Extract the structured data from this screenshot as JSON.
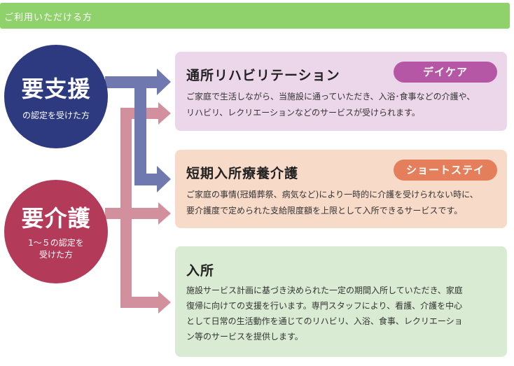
{
  "header": {
    "title": "ご利用いただける方"
  },
  "categories": {
    "support": {
      "label": "要支援",
      "note": "の認定を受けた方"
    },
    "care": {
      "label": "要介護",
      "note_line1": "1～５の認定を",
      "note_line2": "受けた方"
    }
  },
  "services": {
    "daycare": {
      "title": "通所リハビリテーション",
      "badge": "デイケア",
      "desc_line1": "ご家庭で生活しながら、当施設に通っていただき、入浴･食事などの介護や、",
      "desc_line2": "リハビリ、レクリエーションなどのサービスが受けられます。"
    },
    "short_stay": {
      "title": "短期入所療養介護",
      "badge": "ショートステイ",
      "desc_line1": "ご家庭の事情(冠婚葬祭、病気など)により一時的に介護を受けられない時に、",
      "desc_line2": "要介護度で定められた支給限度額を上限として入所できるサービスです。"
    },
    "admission": {
      "title": "入所",
      "desc_line1": "施設サービス計画に基づき決められた一定の期間入所していただき、家庭",
      "desc_line2": "復帰に向けての支援を行います。専門スタッフにより、看護、介護を中心",
      "desc_line3": "として日常の生活動作を通じてのリハビリ、入浴、食事、レクリエーショ",
      "desc_line4": "ン等のサービスを提供します。"
    }
  },
  "colors": {
    "header_bg": "#8fd16a",
    "support_circle": "#2e3a80",
    "care_circle": "#b43a5a",
    "support_arrow": "#6f79b0",
    "care_arrow": "#d2909e",
    "daycare_card": "#ecd6ea",
    "short_card": "#f8dac9",
    "admission_card": "#d9ebd2",
    "daycare_badge": "#b657a6",
    "short_badge": "#e57f5b"
  }
}
